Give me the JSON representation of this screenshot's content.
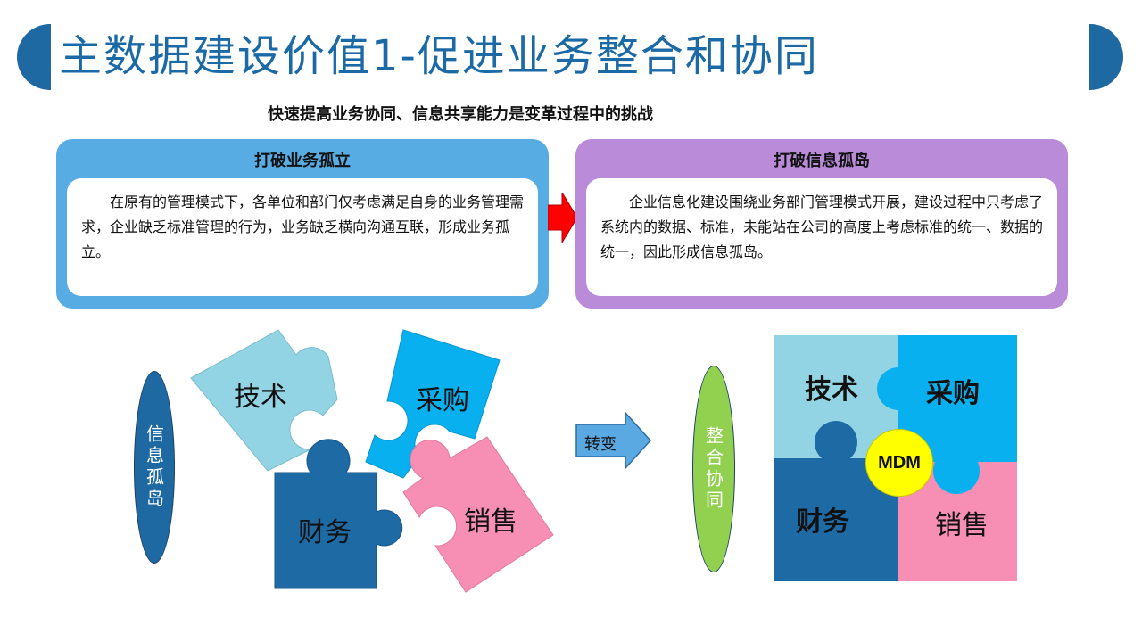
{
  "title": "主数据建设价值1-促进业务整合和协同",
  "subtitle": "快速提高业务协同、信息共享能力是变革过程中的挑战",
  "panels": {
    "left": {
      "title": "打破业务孤立",
      "body": "在原有的管理模式下，各单位和部门仅考虑满足自身的业务管理需求，企业缺乏标准管理的行为，业务缺乏横向沟通互联，形成业务孤立。"
    },
    "right": {
      "title": "打破信息孤岛",
      "body": "企业信息化建设围绕业务部门管理模式开展，建设过程中只考虑了系统内的数据、标准，未能站在公司的高度上考虑标准的统一、数据的统一，因此形成信息孤岛。"
    }
  },
  "before": {
    "label": "信息孤岛",
    "pieces": {
      "tech": "技术",
      "purchase": "采购",
      "finance": "财务",
      "sales": "销售"
    }
  },
  "transition": "转变",
  "after": {
    "label": "整合协同",
    "pieces": {
      "tech": "技术",
      "purchase": "采购",
      "finance": "财务",
      "sales": "销售"
    },
    "center": "MDM"
  },
  "colors": {
    "title": "#1b6aa5",
    "accent_dark_blue": "#1f69a3",
    "panel_blue": "#57ade3",
    "panel_purple": "#b98bd9",
    "piece_light_blue": "#92d4e4",
    "piece_sky_blue": "#08b0ef",
    "piece_dark_blue": "#1e6aa4",
    "piece_pink": "#f78fb4",
    "green": "#92d050",
    "mdm_yellow": "#ffff00",
    "arrow_red": "#ff0000"
  }
}
